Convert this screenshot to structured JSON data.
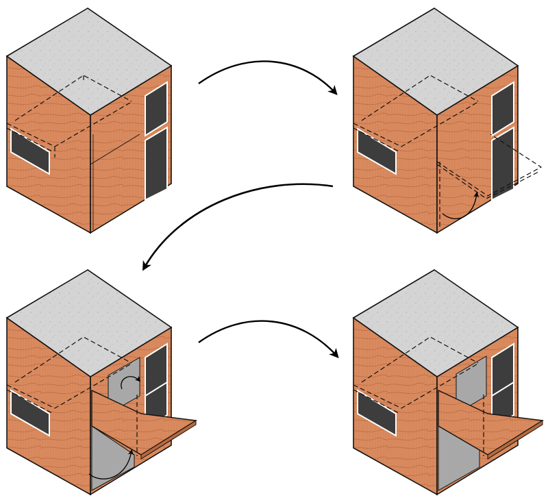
{
  "diagram": {
    "kind": "isometric-sequence",
    "steps": [
      {
        "id": "step-1",
        "state": "closed",
        "features": [
          "roof",
          "windows",
          "door-panel"
        ]
      },
      {
        "id": "step-2",
        "state": "panel-hinging-out",
        "features": [
          "roof",
          "windows",
          "dashed-panel-outline",
          "rotation-arc"
        ]
      },
      {
        "id": "step-3",
        "state": "panel-folded-down",
        "features": [
          "roof",
          "windows",
          "deck-panel",
          "opening",
          "rotation-arcs"
        ]
      },
      {
        "id": "step-4",
        "state": "deck-deployed",
        "features": [
          "roof",
          "windows",
          "deck-panel",
          "opening"
        ]
      }
    ],
    "flow_arrows": [
      {
        "from": "step-1",
        "to": "step-2"
      },
      {
        "from": "step-2",
        "to": "step-3"
      },
      {
        "from": "step-3",
        "to": "step-4"
      }
    ],
    "colors": {
      "wood": "#d98a5e",
      "wood_grain": "#b0613a",
      "roof": "#d2d2d2",
      "window": "#3d3d3d",
      "opening": "#a8a8a8",
      "outline": "#111111"
    }
  }
}
